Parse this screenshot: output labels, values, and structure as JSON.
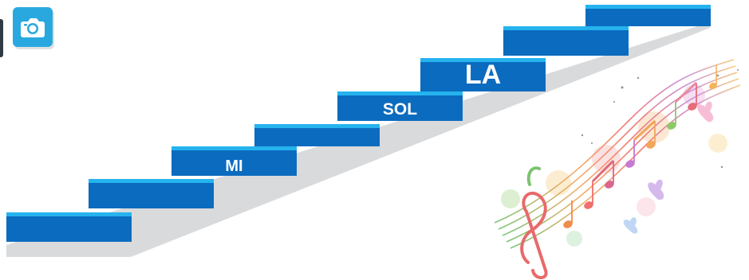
{
  "steps": [
    {
      "label": ""
    },
    {
      "label": ""
    },
    {
      "label": "MI"
    },
    {
      "label": ""
    },
    {
      "label": "SOL"
    },
    {
      "label": "LA"
    },
    {
      "label": ""
    },
    {
      "label": ""
    }
  ],
  "colors": {
    "step_face": "#0b6bbf",
    "step_top": "#25b3ee",
    "staircase_shadow": "#d9dadc",
    "camera_icon_bg": "#29a8e0"
  },
  "icons": {
    "camera": "camera-icon",
    "illustration": "music-notes-illustration"
  }
}
